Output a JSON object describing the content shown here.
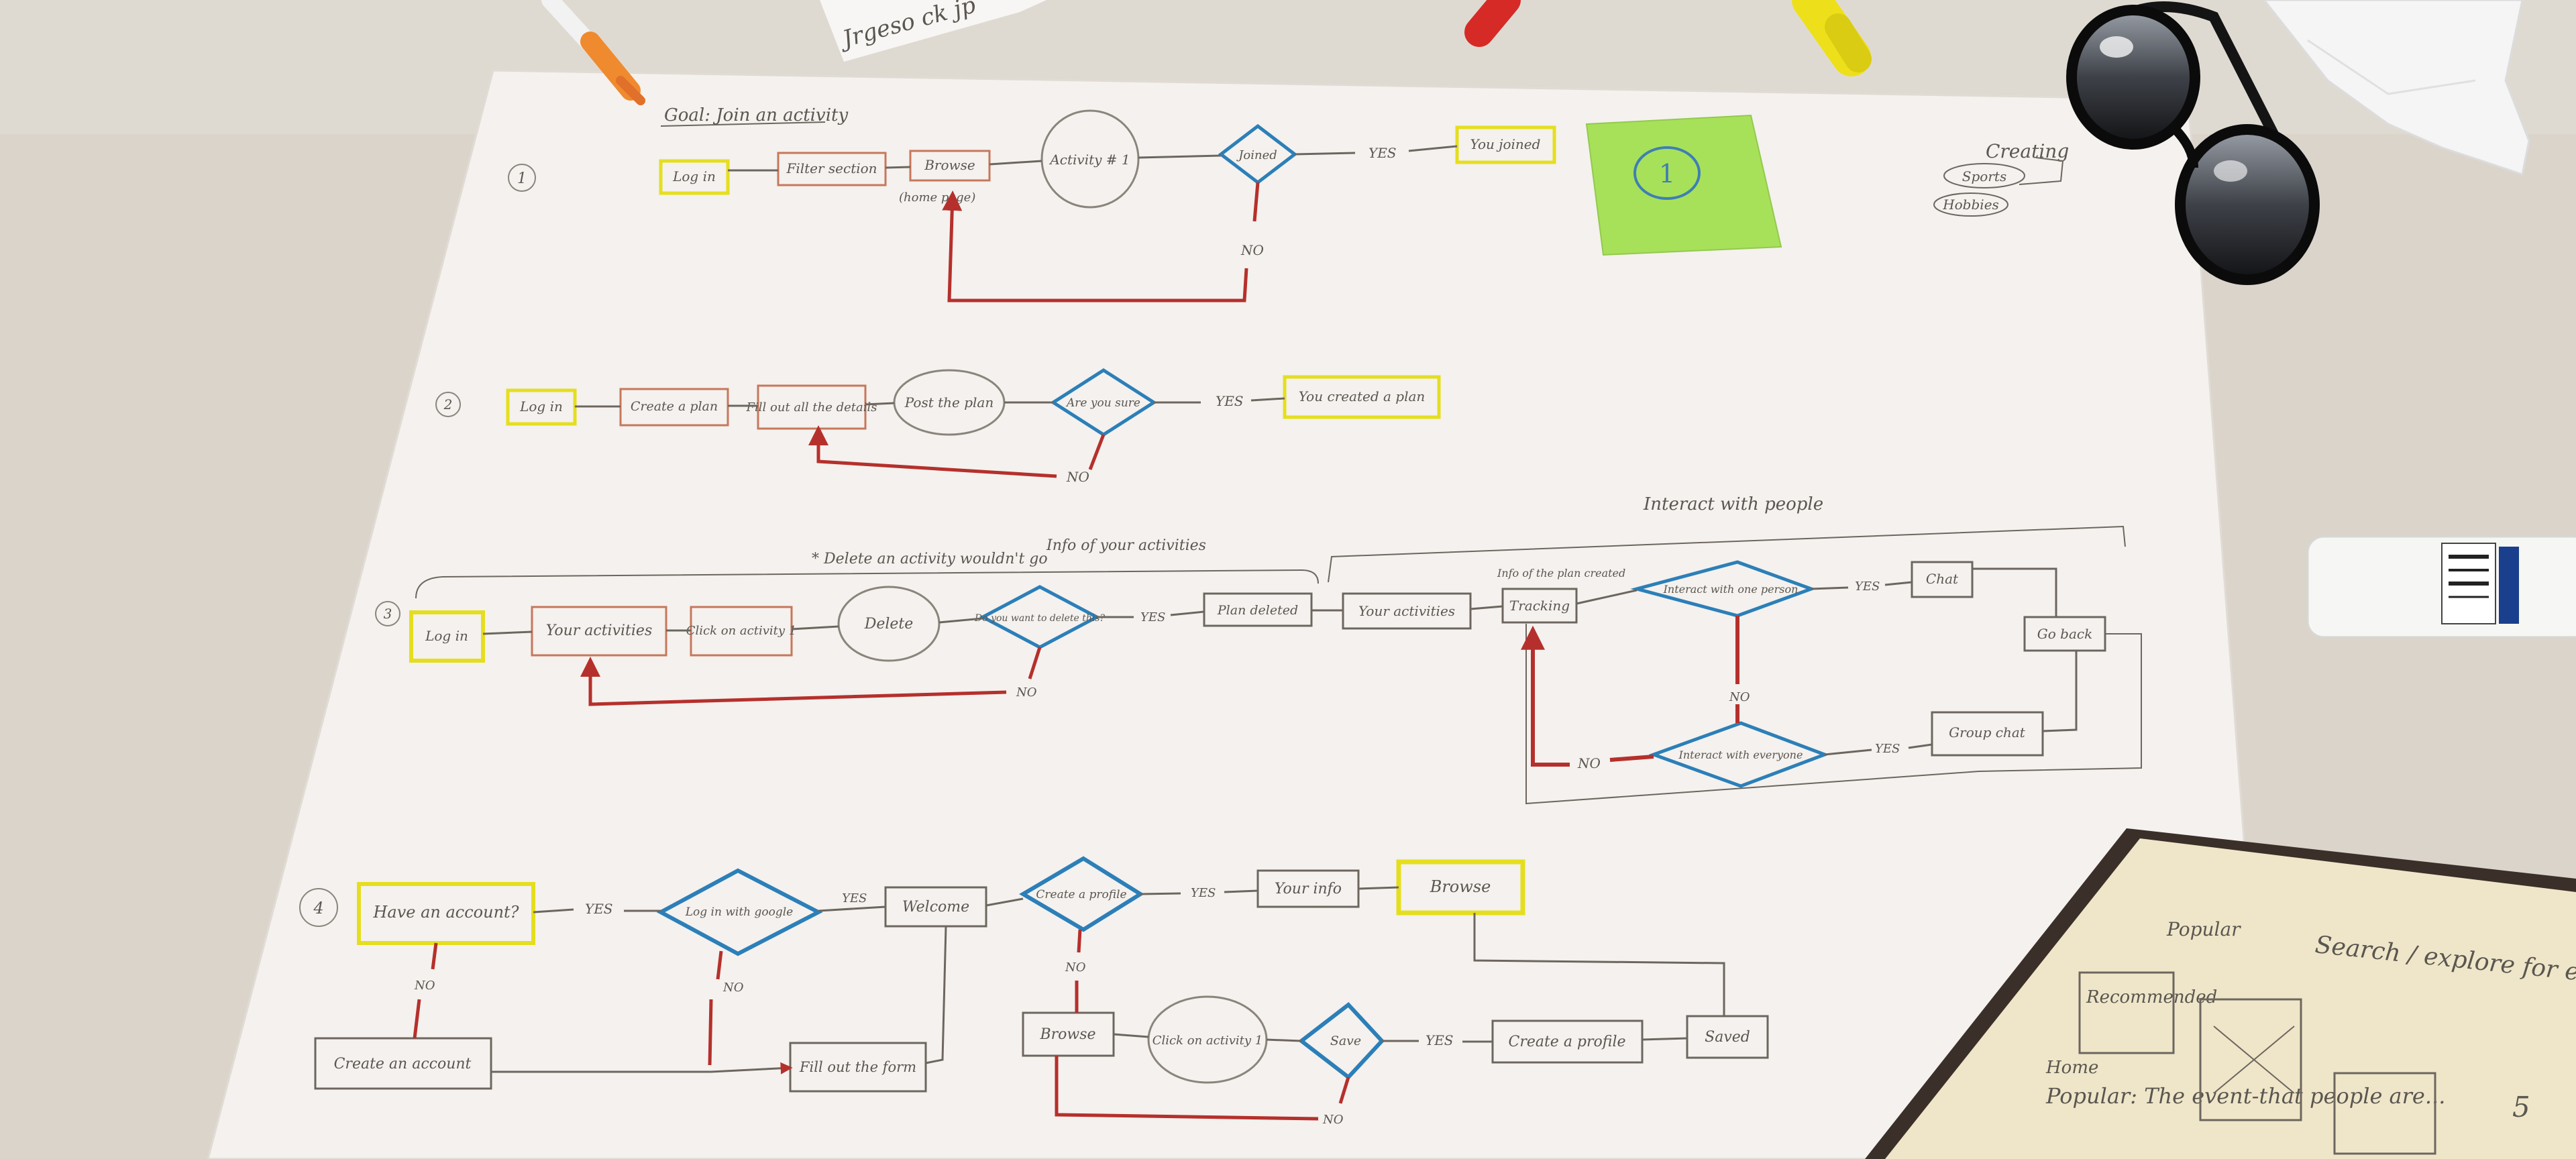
{
  "header": {
    "goal": "Goal: Join an activity"
  },
  "sticky_note": {
    "label": "1"
  },
  "legend": {
    "title": "Creating",
    "items": [
      "Sports",
      "Hobbies"
    ]
  },
  "group_labels": {
    "delete": "* Delete an activity wouldn't go",
    "info": "Info of your activities",
    "interact": "Interact with people"
  },
  "flows": {
    "f1": {
      "number": "1",
      "nodes": {
        "login": "Log in",
        "filter": "Filter section",
        "browse": "Browse",
        "browse_note": "(home page)",
        "activity": "Activity # 1",
        "joined": "Joined",
        "joined_yes": "You joined"
      },
      "labels": {
        "yes": "YES",
        "no": "NO"
      }
    },
    "f2": {
      "number": "2",
      "nodes": {
        "login": "Log in",
        "create": "Create a plan",
        "fill": "Fill out all the details",
        "post": "Post the plan",
        "sure": "Are you sure",
        "created": "You created a plan"
      },
      "labels": {
        "yes": "YES",
        "no": "NO"
      }
    },
    "f3": {
      "number": "3",
      "nodes": {
        "login": "Log in",
        "your_activities": "Your activities",
        "click": "Click on activity 1",
        "delete": "Delete",
        "want_delete": "Do you want to delete this?",
        "deleted": "Plan deleted",
        "your_activities2": "Your activities",
        "tracking_note": "Info of the plan created",
        "tracking": "Tracking",
        "interact_person": "Interact with one person",
        "interact_everyone": "Interact with everyone",
        "chat": "Chat",
        "go_back": "Go back",
        "group_chat": "Group chat"
      },
      "labels": {
        "yes": "YES",
        "no": "NO"
      }
    },
    "f4": {
      "number": "4",
      "nodes": {
        "have_account": "Have an account?",
        "log_in_google": "Log in with google",
        "welcome": "Welcome",
        "create_profile": "Create a profile",
        "your_info": "Your info",
        "browse": "Browse",
        "create_account": "Create an account",
        "fill_form": "Fill out the form",
        "browse2": "Browse",
        "click_activity": "Click on activity 1",
        "save": "Save",
        "create_profile2": "Create a profile",
        "saved": "Saved"
      },
      "labels": {
        "yes": "YES",
        "no": "NO"
      }
    }
  },
  "notebook": {
    "title": "Search / explore for event",
    "labels": [
      "Popular",
      "Recommended",
      "Home",
      "Popular: The event-that people are..."
    ],
    "page": "5"
  },
  "colors": {
    "paper": "#f4f1ee",
    "table": "#dcd6cd",
    "ink": "#6c665e",
    "red": "#b5302c",
    "blue": "#2c7fb8",
    "yellow": "#e3dd1f",
    "orange": "#e07a2d",
    "sticky": "#a7e15a"
  }
}
